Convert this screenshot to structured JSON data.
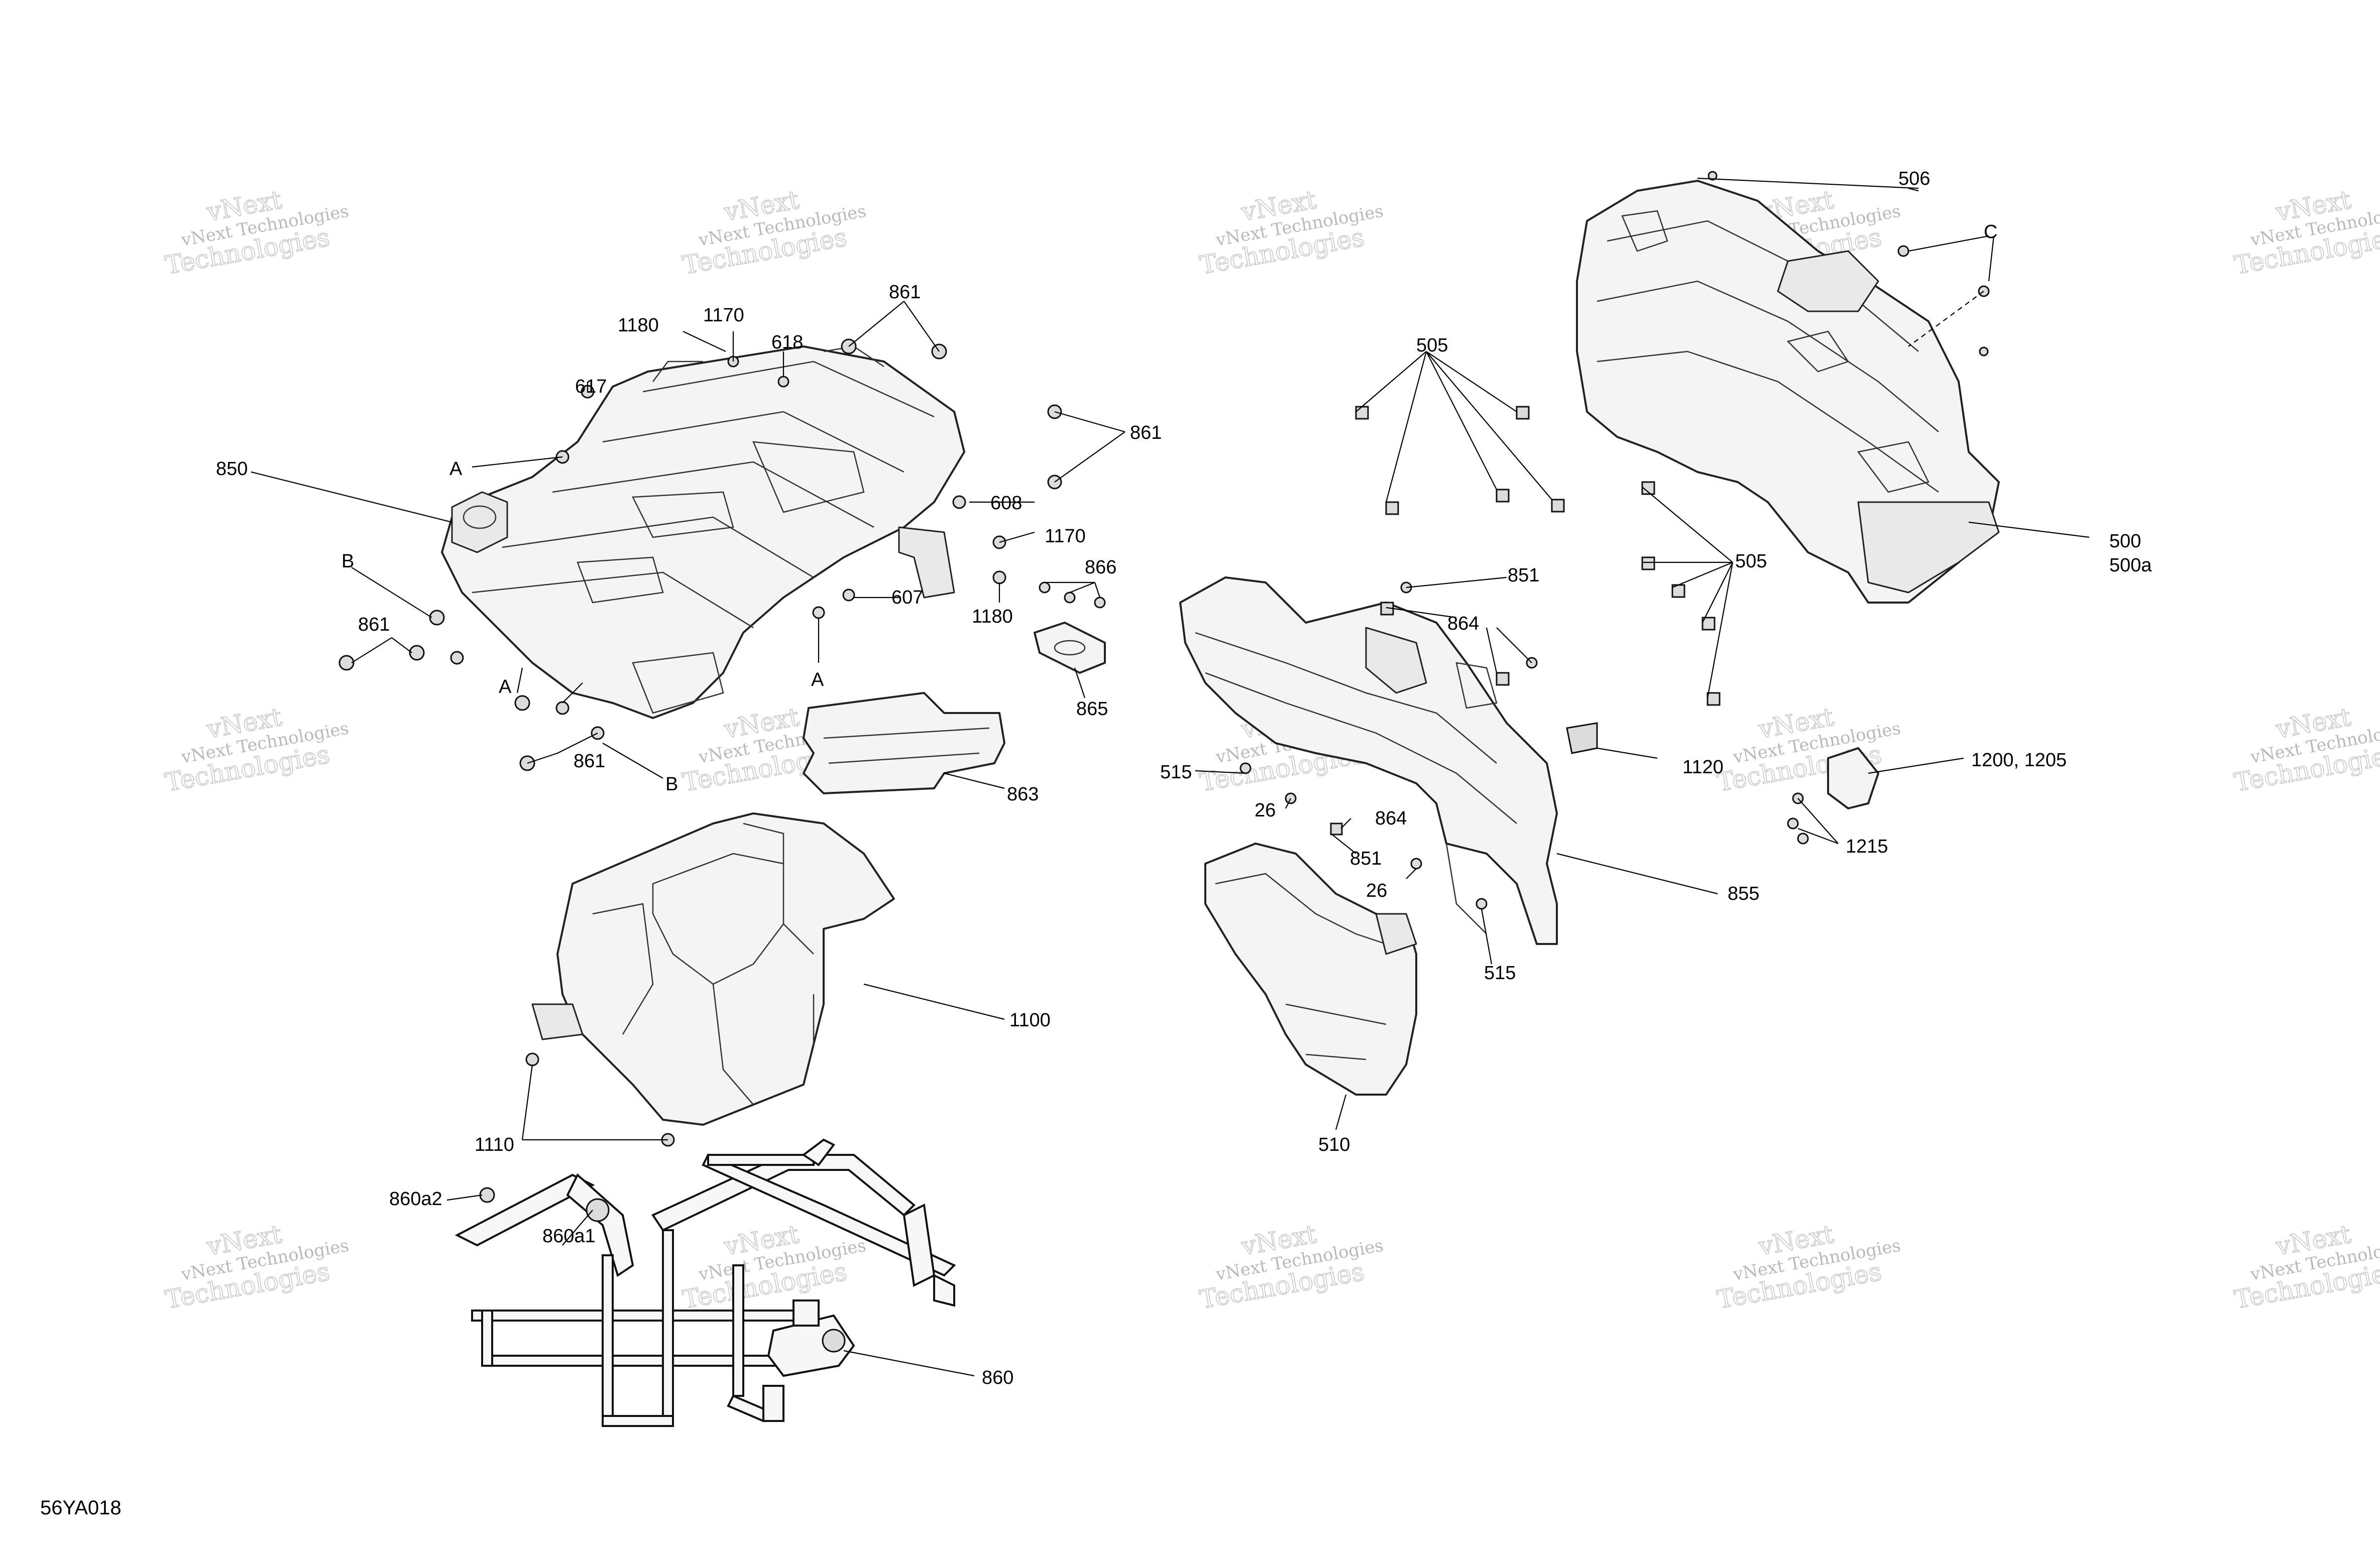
{
  "diagram_code": "56YA018",
  "watermark": {
    "line1": "vNext Technologies",
    "line2": "vNext",
    "line3": "Technologies"
  },
  "callouts": {
    "c506": "506",
    "cC": "C",
    "c861_top": "861",
    "c1180_top": "1180",
    "c1170_top": "1170",
    "c618": "618",
    "c617": "617",
    "c505_top": "505",
    "c850": "850",
    "cA_top": "A",
    "c861_right": "861",
    "c608": "608",
    "c1170_mid": "1170",
    "cB_left": "B",
    "c607": "607",
    "c866": "866",
    "c1180_mid": "1180",
    "c861_left": "861",
    "cA_mid": "A",
    "cA_bot": "A",
    "c865": "865",
    "c861_bot": "861",
    "cB_bot": "B",
    "c863": "863",
    "c500": "500",
    "c500a": "500a",
    "c505_mid": "505",
    "c851_top": "851",
    "c864_top": "864",
    "c1120": "1120",
    "c1200": "1200, 1205",
    "c515_left": "515",
    "c26_top": "26",
    "c864_mid": "864",
    "c851_mid": "851",
    "c1215": "1215",
    "c26_mid": "26",
    "c855": "855",
    "c515_bot": "515",
    "c1100": "1100",
    "c510": "510",
    "c1110": "1110",
    "c860a2": "860a2",
    "c860a1": "860a1",
    "c860": "860"
  }
}
